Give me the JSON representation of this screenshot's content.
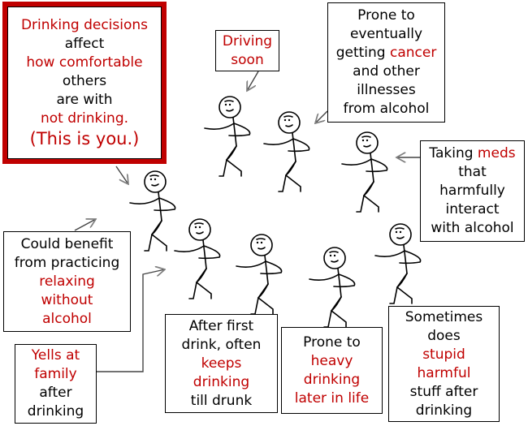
{
  "colors": {
    "highlight": "#c00000",
    "text": "#000000",
    "arrow": "#808080"
  },
  "boxes": {
    "you": [
      {
        "text": "Drinking decisions",
        "red": true
      },
      {
        "text": "affect",
        "red": false
      },
      {
        "text": "how comfortable",
        "red": true
      },
      {
        "text": "others",
        "red": false
      },
      {
        "text": "are with",
        "red": false
      },
      {
        "text": "not drinking.",
        "red": true
      },
      {
        "text": "(This is you.)",
        "red": true
      }
    ],
    "driving": [
      {
        "text": "Driving",
        "red": true
      },
      {
        "text": "soon",
        "red": true
      }
    ],
    "cancer": [
      {
        "text": "Prone to",
        "red": false
      },
      {
        "text": "eventually",
        "red": false
      },
      {
        "text": "getting ",
        "red": false,
        "tail": "cancer"
      },
      {
        "text": "and other",
        "red": false
      },
      {
        "text": "illnesses",
        "red": false
      },
      {
        "text": "from alcohol",
        "red": false
      }
    ],
    "meds": [
      {
        "text": "Taking ",
        "red": false,
        "tail": "meds"
      },
      {
        "text": "that",
        "red": false
      },
      {
        "text": "harmfully",
        "red": false
      },
      {
        "text": "interact",
        "red": false
      },
      {
        "text": "with alcohol",
        "red": false
      }
    ],
    "relax": [
      {
        "text": "Could benefit",
        "red": false
      },
      {
        "text": "from practicing",
        "red": false
      },
      {
        "text": "relaxing",
        "red": true
      },
      {
        "text": "without",
        "red": true
      },
      {
        "text": "alcohol",
        "red": true
      }
    ],
    "yells": [
      {
        "text": "Yells at",
        "red": true
      },
      {
        "text": "family",
        "red": true
      },
      {
        "text": "after",
        "red": false
      },
      {
        "text": "drinking",
        "red": false
      }
    ],
    "keeps": [
      {
        "text": "After first",
        "red": false
      },
      {
        "text": "drink, often",
        "red": false
      },
      {
        "text": "keeps",
        "red": true
      },
      {
        "text": "drinking",
        "red": true
      },
      {
        "text": "till drunk",
        "red": false
      }
    ],
    "heavy": [
      {
        "text": "Prone to",
        "red": false
      },
      {
        "text": "heavy",
        "red": true
      },
      {
        "text": "drinking",
        "red": true
      },
      {
        "text": "later in life",
        "red": true
      }
    ],
    "stupid": [
      {
        "text": "Sometimes",
        "red": false
      },
      {
        "text": "does",
        "red": false
      },
      {
        "text": "stupid",
        "red": true
      },
      {
        "text": "harmful",
        "red": true
      },
      {
        "text": "stuff after",
        "red": false
      },
      {
        "text": "drinking",
        "red": false
      }
    ]
  }
}
